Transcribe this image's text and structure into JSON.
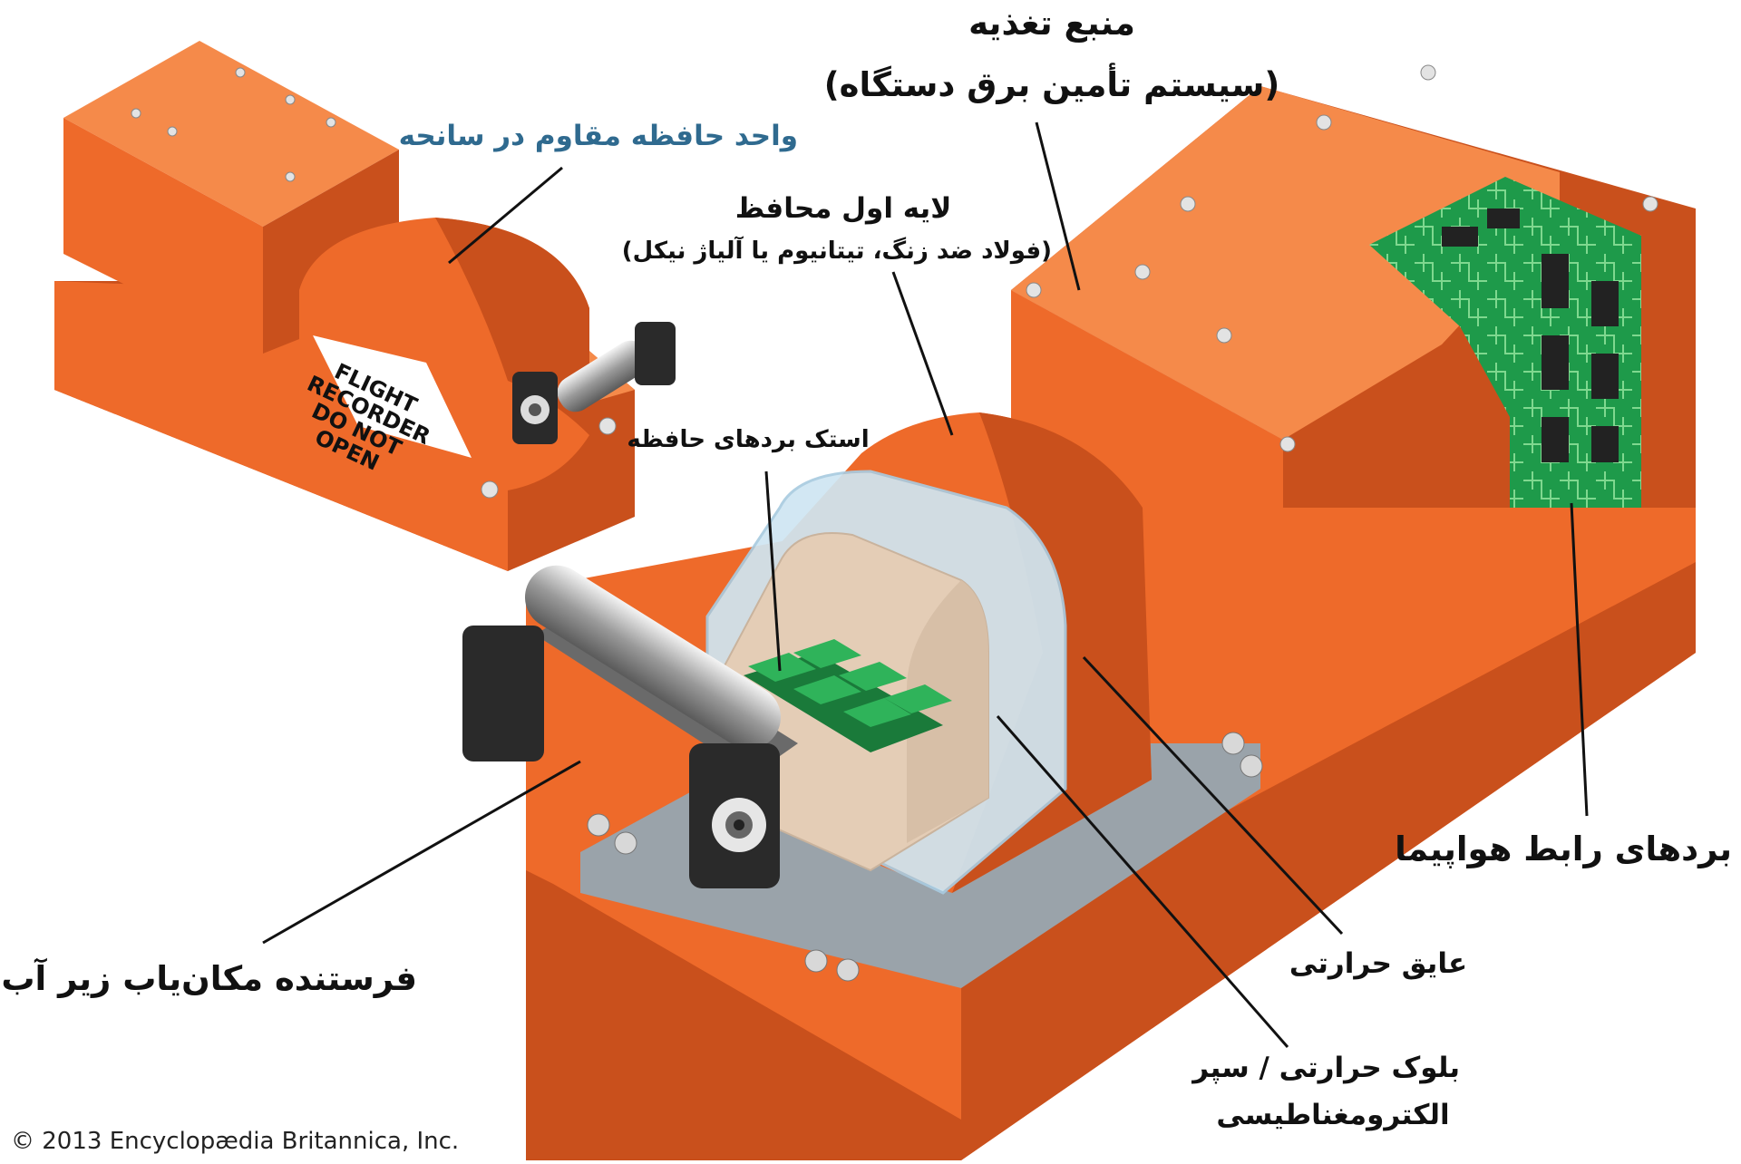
{
  "labels": {
    "power_title": "منبع تغذیه",
    "power_sub": "(سیستم تأمین برق دستگاه)",
    "memory_unit": "واحد حافظه مقاوم در سانحه",
    "first_layer_title": "لایه اول محافظ",
    "first_layer_sub": "(فولاد ضد زنگ، تیتانیوم یا آلیاژ نیکل)",
    "memory_stack": "استک بردهای حافظه",
    "aircraft_boards": "بردهای رابط هواپیما",
    "thermal_insulator": "عایق حرارتی",
    "thermal_block_1": "بلوک حرارتی / سپر",
    "thermal_block_2": "الکترومغناطیسی",
    "beacon": "فرستنده مکان‌یاب زیر آب"
  },
  "box_text": {
    "line1": "FLIGHT",
    "line2": "RECORDER",
    "line3": "DO NOT OPEN"
  },
  "copyright": "© 2013 Encyclopædia Britannica, Inc.",
  "colors": {
    "orange": "#ee6a2a",
    "orange_dark": "#c9501c",
    "orange_light": "#f58a4a",
    "pcb_green": "#1e9a4a",
    "insulator_blue": "#cfe6f2",
    "block_beige": "#e4cdb6",
    "label_blue": "#2f6a8f"
  },
  "icons": [
    "screw-icon",
    "memory-chip-icon",
    "circuit-board-icon"
  ]
}
